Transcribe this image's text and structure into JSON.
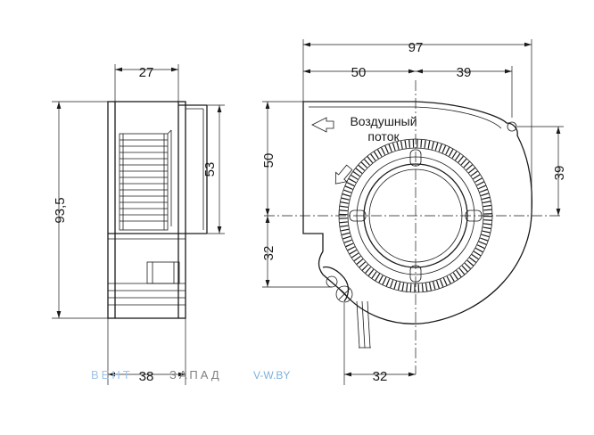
{
  "side_view": {
    "dim_width_top": "27",
    "dim_height_total": "93,5",
    "dim_outlet_height": "53",
    "dim_width_bottom": "38"
  },
  "front_view": {
    "dim_overall_width": "97",
    "dim_left_width": "50",
    "dim_right_width": "39",
    "dim_left_height": "50",
    "dim_right_height": "39",
    "dim_lower_height": "32",
    "dim_bottom_width": "32",
    "airflow_label_line1": "Воздушный",
    "airflow_label_line2": "поток"
  },
  "watermark": {
    "brand_part1": "ВЕНТ",
    "brand_part2": "ЗАПАД",
    "site": "V-W.BY",
    "brand_color": "#9fc3e6",
    "brand_color2": "#7f7f7f"
  }
}
